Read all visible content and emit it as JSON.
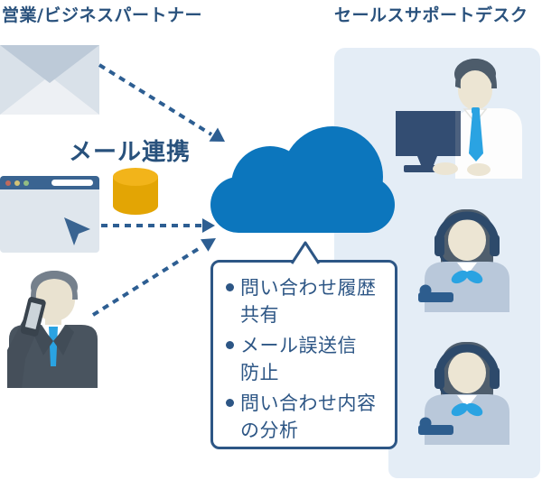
{
  "titles": {
    "left": "営業/ビジネスパートナー",
    "right": "セールスサポートデスク"
  },
  "integration": {
    "label": "メール連携"
  },
  "bubble": {
    "items": [
      "問い合わせ履歴\n共有",
      "メール誤送信\n防止",
      "問い合わせ内容\nの分析"
    ]
  },
  "colors": {
    "cloud_blue": "#0c76bd",
    "deep_navy": "#2d5685",
    "arrow_navy": "#2d5e92",
    "panel_bg": "#e4edf6",
    "database_gold": "#e3a504",
    "tie_blue": "#2aa3e2",
    "suit_gray": "#49545f",
    "heading_navy": "#2a527d"
  }
}
